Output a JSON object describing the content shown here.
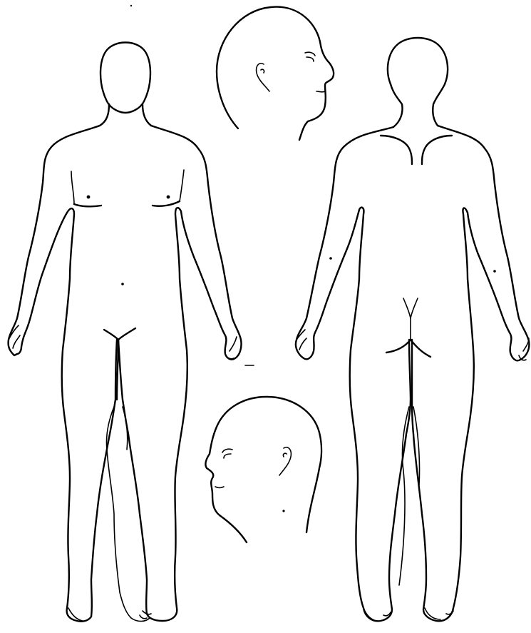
{
  "diagram": {
    "figures": [
      {
        "id": "front-view"
      },
      {
        "id": "back-view"
      },
      {
        "id": "head-profile-right"
      },
      {
        "id": "head-profile-left"
      }
    ],
    "colors": {
      "line": "#000000",
      "background": "#ffffff"
    }
  }
}
